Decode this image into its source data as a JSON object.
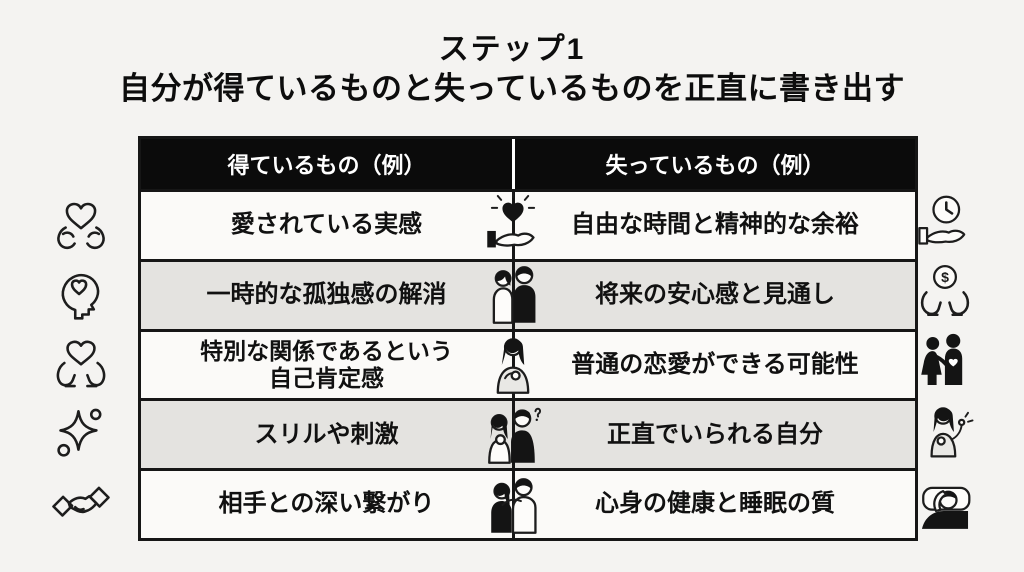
{
  "title": {
    "step": "ステップ1",
    "heading": "自分が得ているものと失っているものを正直に書き出す"
  },
  "table": {
    "header": {
      "left": "得ているもの（例）",
      "right": "失っているもの（例）"
    },
    "rows": [
      {
        "left": "愛されている実感",
        "right": "自由な時間と精神的な余裕",
        "left_icon": "hands-holding-heart-icon",
        "center_icon": "hand-offering-heart-icon",
        "right_icon": "hand-holding-clock-icon"
      },
      {
        "left": "一時的な孤独感の解消",
        "right": "将来の安心感と見通し",
        "left_icon": "head-with-heart-icon",
        "center_icon": "back-to-back-couple-icon",
        "right_icon": "hands-holding-coin-icon"
      },
      {
        "left": "特別な関係であるという\n自己肯定感",
        "right": "普通の恋愛ができる可能性",
        "left_icon": "open-hands-heart-icon",
        "center_icon": "woman-hand-on-chest-icon",
        "right_icon": "couple-silhouette-icon"
      },
      {
        "left": "スリルや刺激",
        "right": "正直でいられる自分",
        "left_icon": "sparkle-icon",
        "center_icon": "uneasy-couple-icon",
        "right_icon": "woman-raising-hand-icon"
      },
      {
        "left": "相手との深い繋がり",
        "right": "心身の健康と睡眠の質",
        "left_icon": "handshake-icon",
        "center_icon": "embracing-couple-icon",
        "right_icon": "sleepless-person-icon"
      }
    ]
  },
  "colors": {
    "background": "#f4f3f1",
    "header_bg": "#0b0b0b",
    "header_text": "#ffffff",
    "row_light": "#fbfaf8",
    "row_dark": "#e4e3e0",
    "border": "#161616",
    "text": "#111111"
  }
}
